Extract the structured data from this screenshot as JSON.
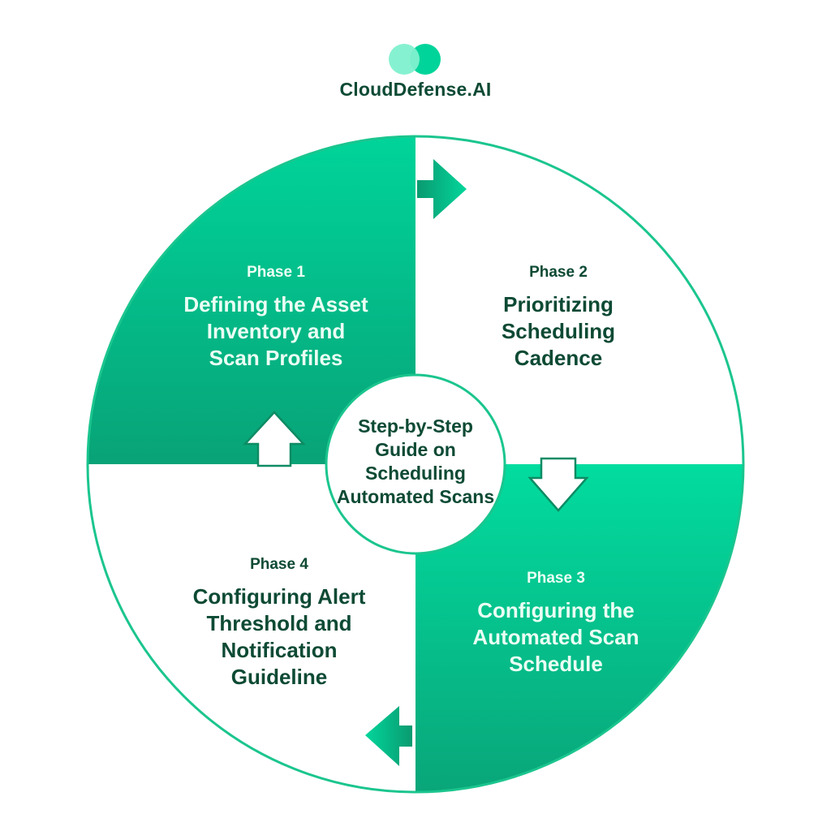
{
  "brand": {
    "name": "CloudDefense.AI",
    "icon": "cloud-logo-icon",
    "colors": {
      "primary": "#00d49a",
      "dark": "#0d4a34",
      "light_circle": "#7ff0cd"
    }
  },
  "center": {
    "text": "Step-by-Step Guide on Scheduling Automated Scans"
  },
  "phases": [
    {
      "label": "Phase 1",
      "title": "Defining the Asset Inventory and Scan Profiles"
    },
    {
      "label": "Phase 2",
      "title": "Prioritizing Scheduling Cadence"
    },
    {
      "label": "Phase 3",
      "title": "Configuring the Automated Scan Schedule"
    },
    {
      "label": "Phase 4",
      "title": "Configuring Alert Threshold and Notification Guideline"
    }
  ]
}
